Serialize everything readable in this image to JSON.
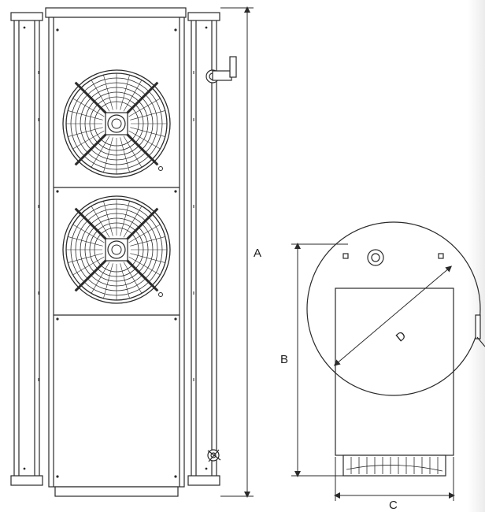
{
  "dimension_labels": {
    "A": "A",
    "B": "B",
    "C": "C",
    "D": "D"
  },
  "components": {
    "fan_count": 2,
    "front_view": "front-elevation",
    "side_view": "side-elevation"
  },
  "colors": {
    "line": "#2a2a2a",
    "panel": "#ffffff",
    "shade": "#ececec"
  }
}
